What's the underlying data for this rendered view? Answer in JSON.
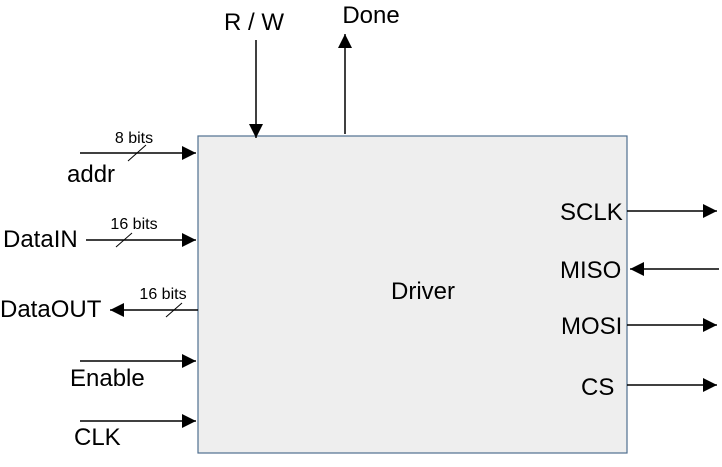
{
  "block": {
    "label": "Driver",
    "fill": "#eeeeee",
    "stroke": "#4f6f8f"
  },
  "inputs": {
    "addr": {
      "label": "addr",
      "width": "8 bits"
    },
    "datain": {
      "label": "DataIN",
      "width": "16 bits"
    },
    "enable": {
      "label": "Enable"
    },
    "clk": {
      "label": "CLK"
    },
    "rw": {
      "label": "R / W"
    },
    "miso": {
      "label": "MISO"
    }
  },
  "outputs": {
    "dataout": {
      "label": "DataOUT",
      "width": "16 bits"
    },
    "done": {
      "label": "Done"
    },
    "sclk": {
      "label": "SCLK"
    },
    "mosi": {
      "label": "MOSI"
    },
    "cs": {
      "label": "CS"
    }
  },
  "colors": {
    "line": "#000000",
    "text": "#000000"
  }
}
